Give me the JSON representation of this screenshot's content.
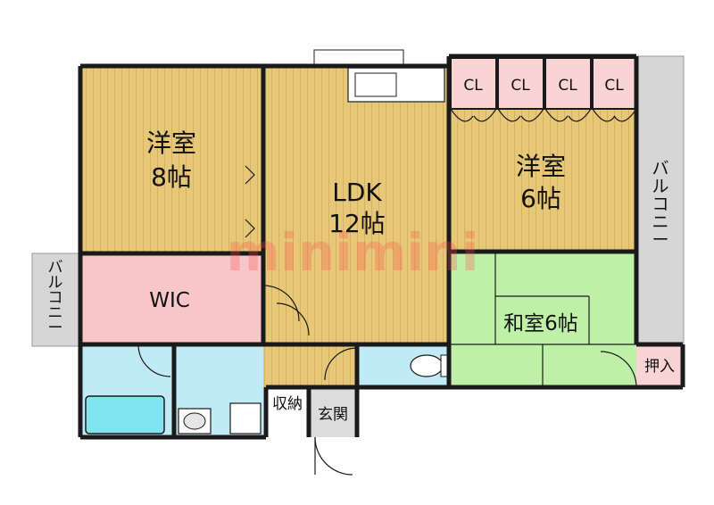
{
  "rooms": {
    "western_8": {
      "name": "洋室",
      "size": "8帖"
    },
    "ldk": {
      "name": "LDK",
      "size": "12帖"
    },
    "western_6": {
      "name": "洋室",
      "size": "6帖"
    },
    "wic": {
      "name": "WIC"
    },
    "japanese": {
      "label": "和室6帖"
    },
    "oshiire": {
      "label": "押入"
    },
    "storage": {
      "label": "収納"
    },
    "entrance": {
      "label": "玄関"
    }
  },
  "closets": [
    "CL",
    "CL",
    "CL",
    "CL"
  ],
  "balconies": {
    "right_chars": [
      "バ",
      "ル",
      "コ",
      "ニ",
      "ー"
    ],
    "left_chars": [
      "バ",
      "ル",
      "コ",
      "ニ",
      "ー"
    ]
  },
  "watermark": "minimini",
  "colors": {
    "wood": "#e6c878",
    "wood_stripe": "#d9b85f",
    "wic": "#f6c6c8",
    "tatami": "#bff0a8",
    "bath": "#bfeaf6",
    "closet": "#fad4d4",
    "balcony": "#d6d6d6",
    "wall": "#1a1a1a"
  }
}
